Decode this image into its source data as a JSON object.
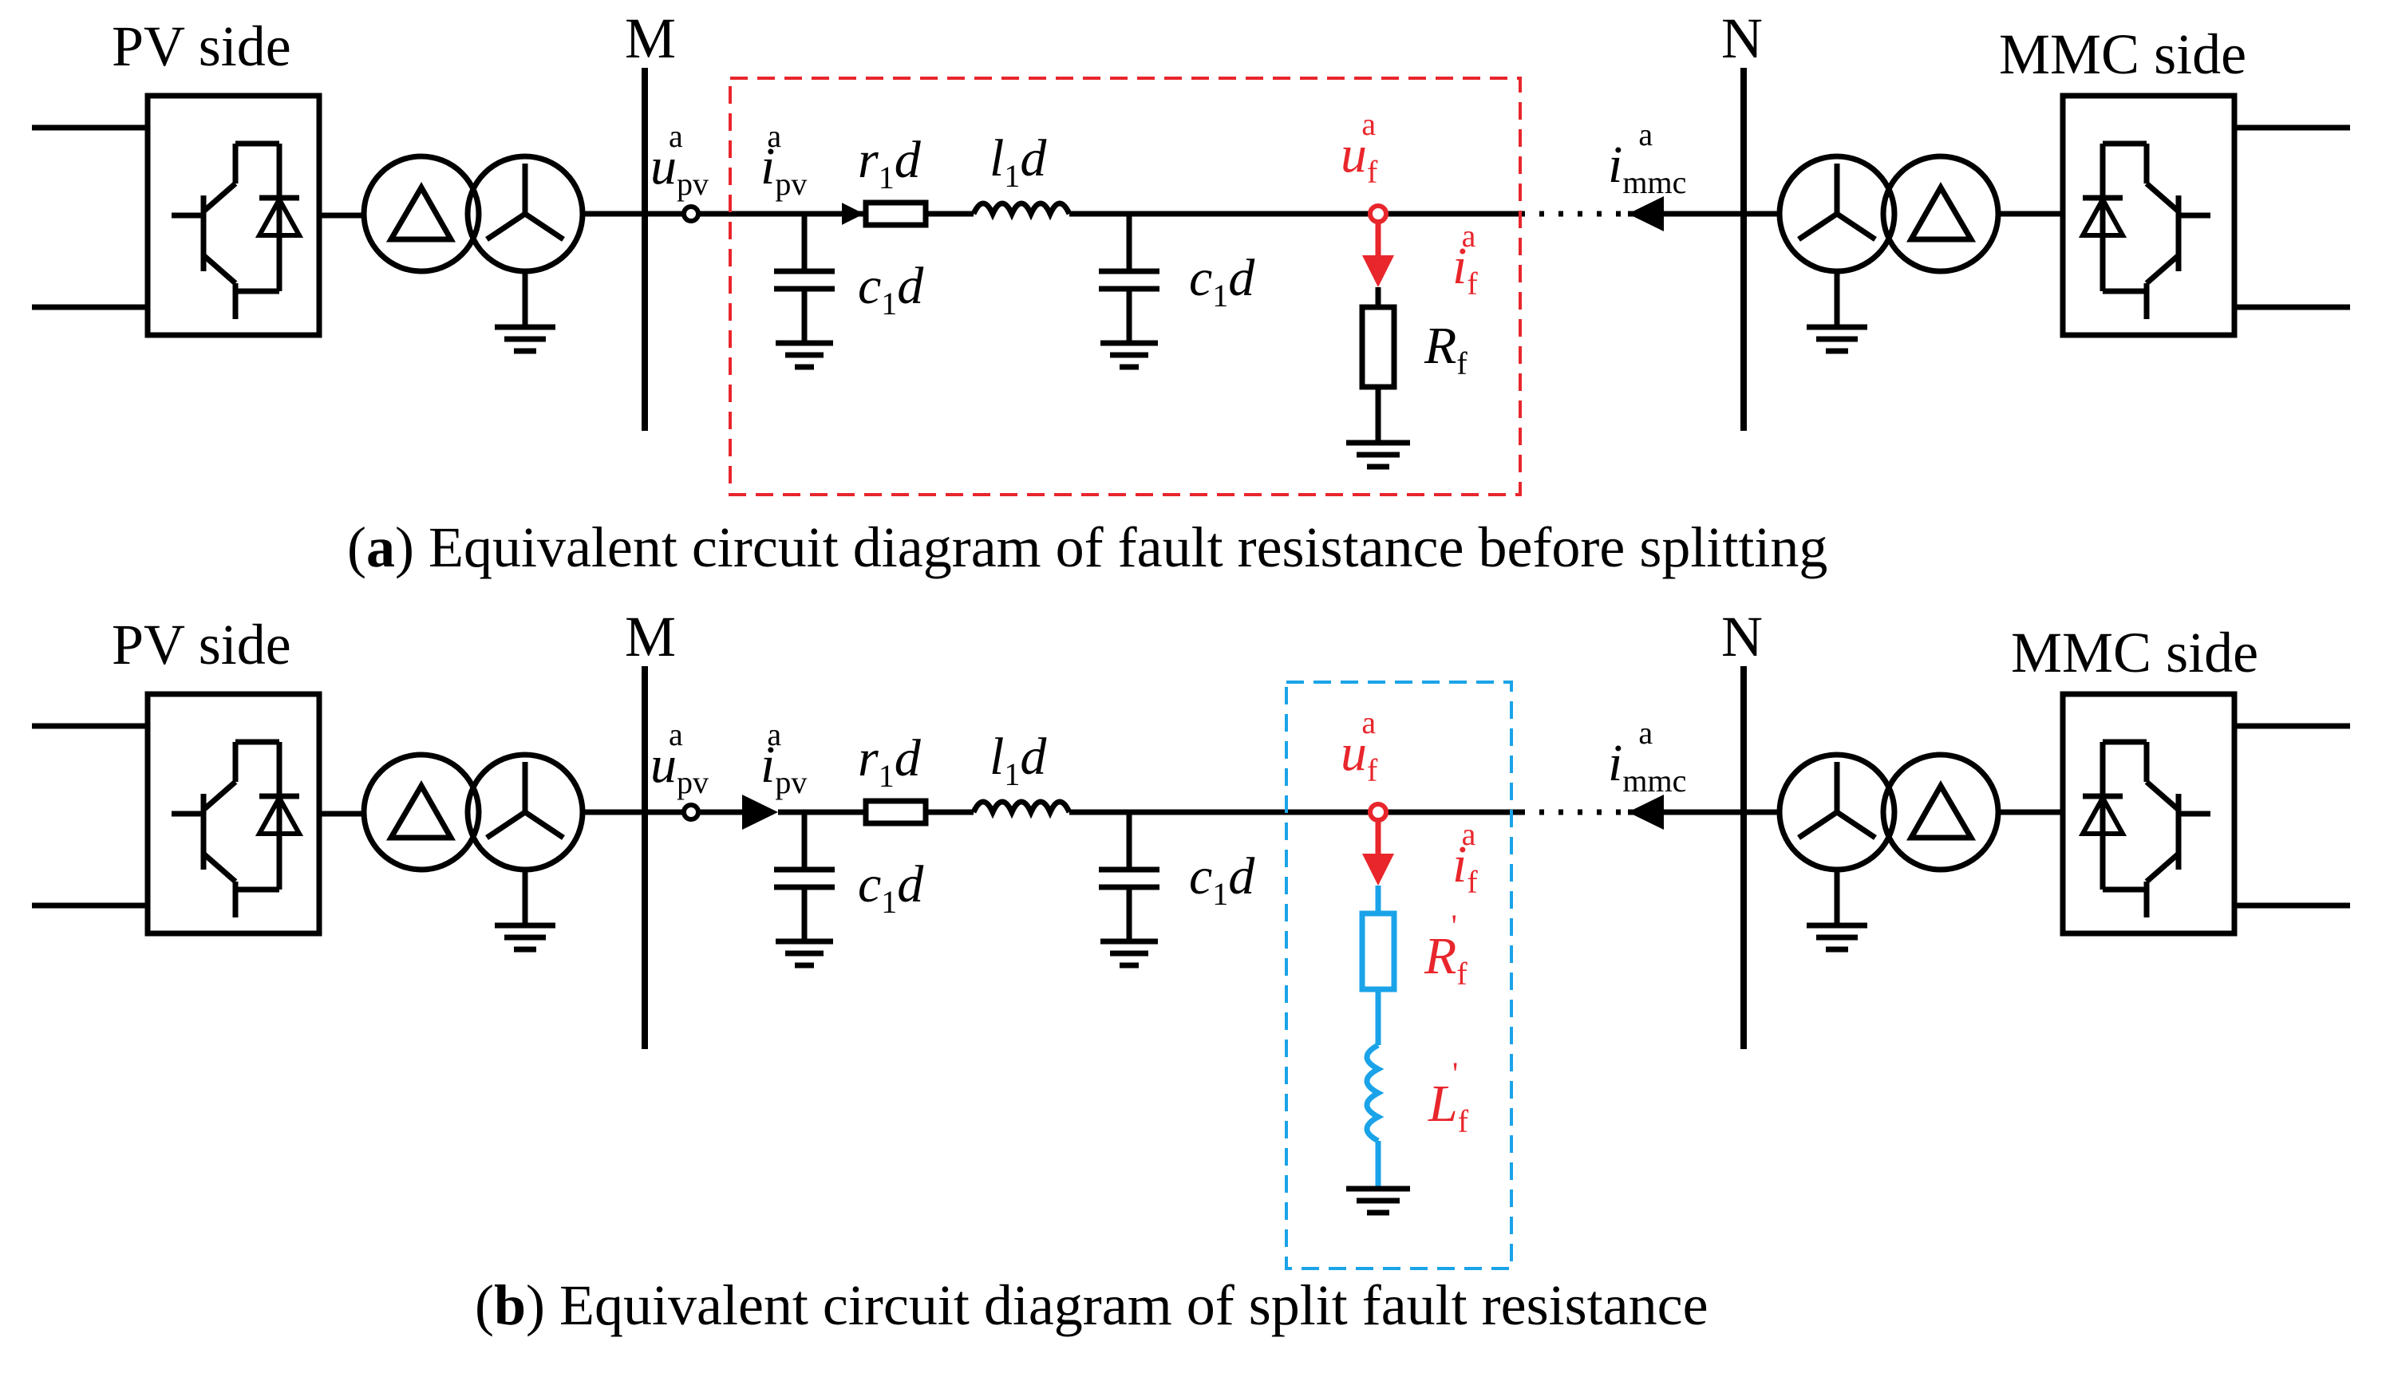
{
  "panels": [
    {
      "id": "a",
      "left_label": "PV side",
      "right_label": "MMC side",
      "bus_left": "M",
      "bus_right": "N",
      "caption_letter": "a",
      "caption_text": "Equivalent circuit diagram of fault resistance before splitting",
      "box_color": "#e8262c",
      "branch_color": "#000000",
      "fault_resistor": "R",
      "fault_resistor_sub": "f",
      "fault_resistor_prime": "",
      "fault_inductor": null
    },
    {
      "id": "b",
      "left_label": "PV side",
      "right_label": "MMC side",
      "bus_left": "M",
      "bus_right": "N",
      "caption_letter": "b",
      "caption_text": "Equivalent circuit diagram of split fault resistance",
      "box_color": "#1aa3e8",
      "branch_color": "#1aa3e8",
      "fault_resistor": "R",
      "fault_resistor_sub": "f",
      "fault_resistor_prime": "'",
      "fault_inductor": {
        "sym": "L",
        "sub": "f",
        "prime": "'"
      }
    }
  ],
  "symbols": {
    "u_pv": {
      "sym": "u",
      "sub": "pv",
      "sup": "a"
    },
    "i_pv": {
      "sym": "i",
      "sub": "pv",
      "sup": "a"
    },
    "r1d": {
      "sym": "r",
      "sub": "1",
      "tail": "d"
    },
    "l1d": {
      "sym": "l",
      "sub": "1",
      "tail": "d"
    },
    "c1d": {
      "sym": "c",
      "sub": "1",
      "tail": "d"
    },
    "u_f": {
      "sym": "u",
      "sub": "f",
      "sup": "a"
    },
    "i_f": {
      "sym": "i",
      "sub": "f",
      "sup": "a"
    },
    "i_mmc": {
      "sym": "i",
      "sub": "mmc",
      "sup": "a"
    }
  },
  "colors": {
    "fault": "#e8262c",
    "line": "#000000"
  }
}
